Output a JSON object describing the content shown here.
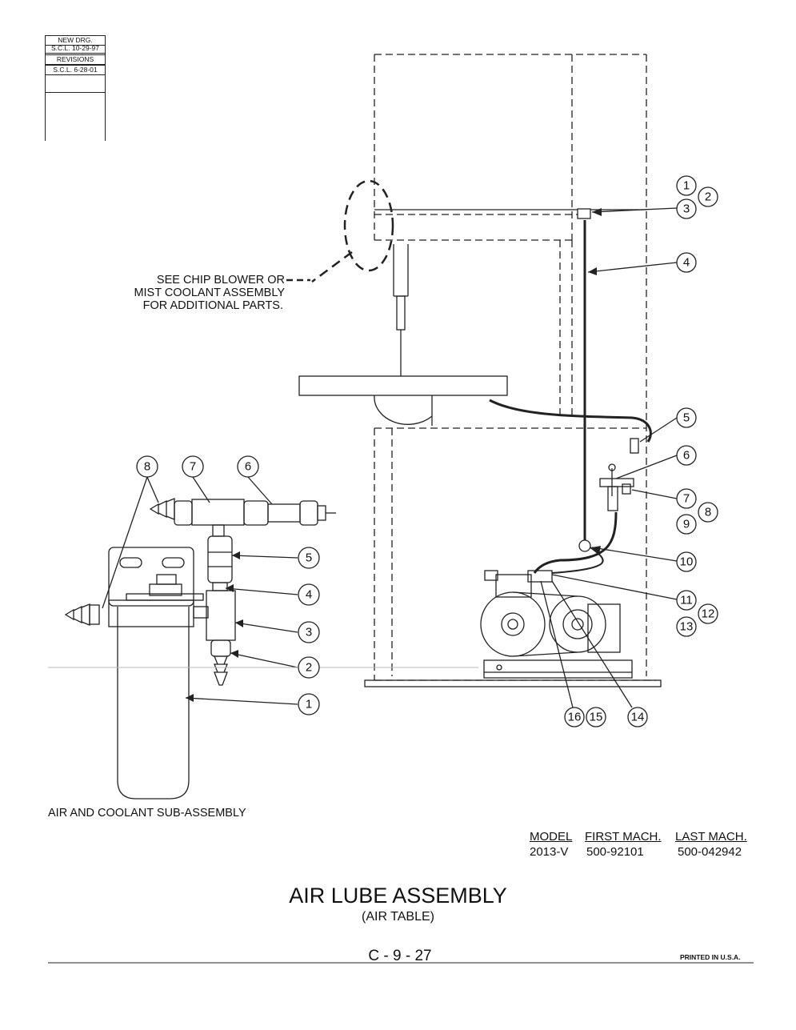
{
  "revision_box": {
    "rows": [
      "NEW DRG.",
      "S.C.L. 10-29-97",
      "REVISIONS",
      "S.C.L. 6-28-01"
    ]
  },
  "notes": {
    "see_line1": "SEE CHIP BLOWER OR",
    "see_line2": "MIST COOLANT ASSEMBLY",
    "see_line3": "FOR ADDITIONAL PARTS.",
    "sub_assembly": "AIR AND COOLANT SUB-ASSEMBLY"
  },
  "main_callouts": [
    "1",
    "2",
    "3",
    "4",
    "5",
    "6",
    "7",
    "8",
    "9",
    "10",
    "11",
    "12",
    "13",
    "14",
    "15",
    "16"
  ],
  "sub_callouts": [
    "1",
    "2",
    "3",
    "4",
    "5",
    "6",
    "7",
    "8"
  ],
  "model_table": {
    "headers": [
      "MODEL",
      "FIRST MACH.",
      "LAST MACH."
    ],
    "row": [
      "2013-V",
      "500-92101",
      "500-042942"
    ]
  },
  "title": "AIR LUBE ASSEMBLY",
  "subtitle": "(AIR TABLE)",
  "page_number": "C - 9 - 27",
  "printed": "PRINTED IN U.S.A."
}
